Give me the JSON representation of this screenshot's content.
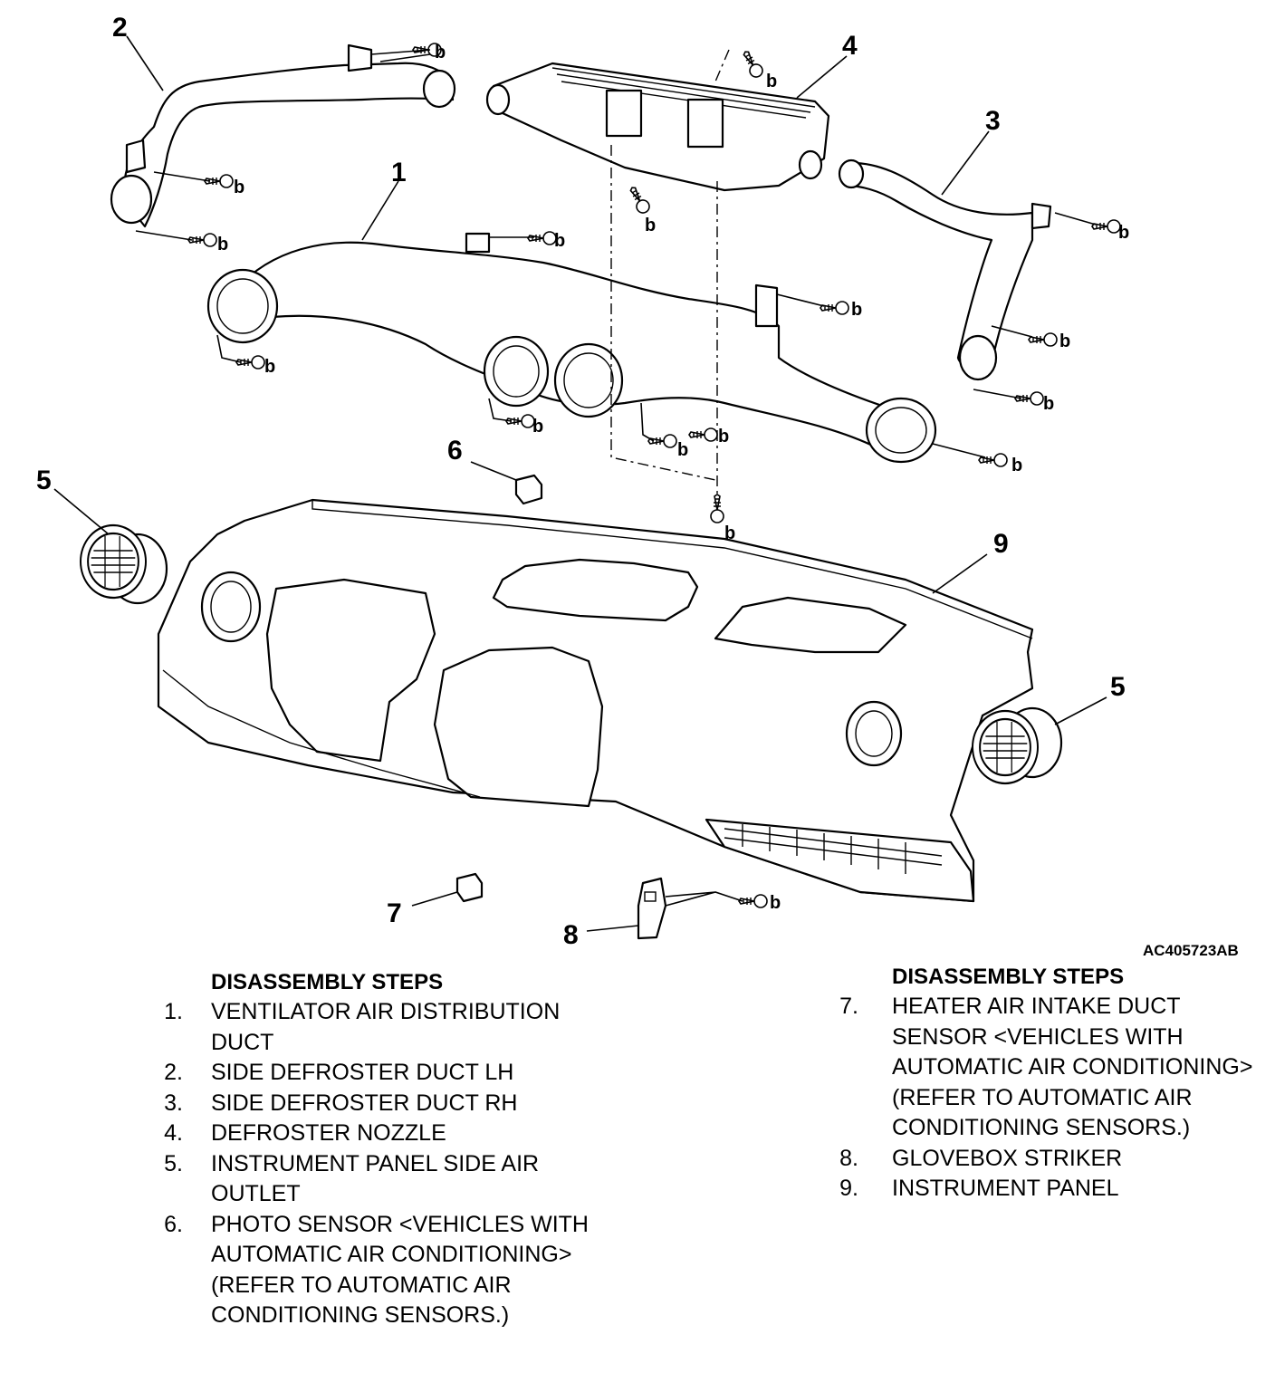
{
  "figure_id": "AC405723AB",
  "fastener_label": "b",
  "callouts": {
    "c1": "1",
    "c2": "2",
    "c3": "3",
    "c4": "4",
    "c5a": "5",
    "c5b": "5",
    "c6": "6",
    "c7": "7",
    "c8": "8",
    "c9": "9"
  },
  "left_list": {
    "heading": "DISASSEMBLY STEPS",
    "items": [
      {
        "num": "1.",
        "text": "VENTILATOR AIR DISTRIBUTION DUCT"
      },
      {
        "num": "2.",
        "text": "SIDE DEFROSTER DUCT LH"
      },
      {
        "num": "3.",
        "text": "SIDE DEFROSTER DUCT RH"
      },
      {
        "num": "4.",
        "text": "DEFROSTER NOZZLE"
      },
      {
        "num": "5.",
        "text": "INSTRUMENT PANEL SIDE AIR OUTLET"
      },
      {
        "num": "6.",
        "text": "PHOTO SENSOR <VEHICLES WITH AUTOMATIC AIR CONDITIONING> (REFER TO AUTOMATIC AIR CONDITIONING SENSORS.)"
      }
    ]
  },
  "right_list": {
    "heading": "DISASSEMBLY STEPS",
    "items": [
      {
        "num": "7.",
        "text": "HEATER AIR INTAKE DUCT SENSOR <VEHICLES WITH AUTOMATIC AIR CONDITIONING> (REFER TO AUTOMATIC AIR CONDITIONING SENSORS.)"
      },
      {
        "num": "8.",
        "text": "GLOVEBOX STRIKER"
      },
      {
        "num": "9.",
        "text": "INSTRUMENT PANEL"
      }
    ]
  }
}
